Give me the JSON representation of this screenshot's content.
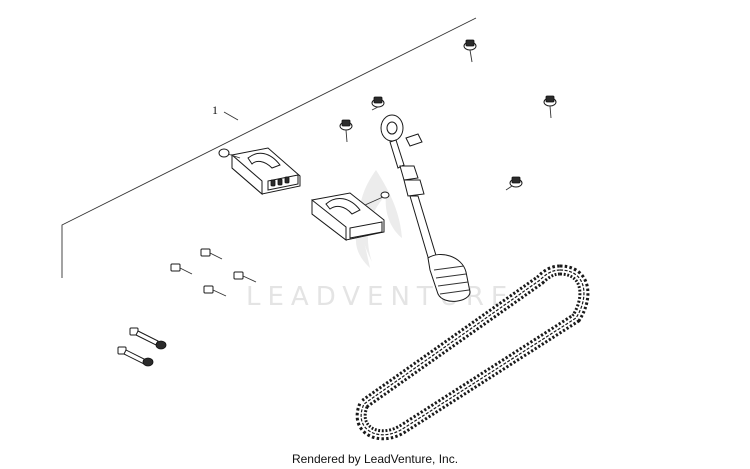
{
  "callout_label": "1",
  "credit_text": "Rendered by LeadVenture, Inc.",
  "watermark_text": "LEADVENTURE",
  "colors": {
    "line": "#333333",
    "watermark": "#e4e4e4",
    "background": "#ffffff"
  }
}
